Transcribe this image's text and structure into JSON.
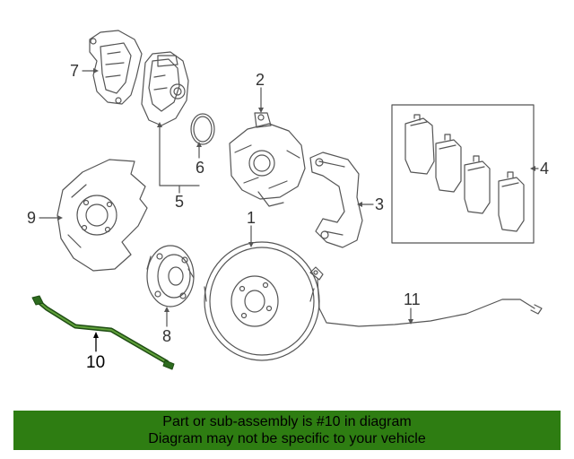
{
  "callouts": {
    "c1": "1",
    "c2": "2",
    "c3": "3",
    "c4": "4",
    "c5": "5",
    "c6": "6",
    "c7": "7",
    "c8": "8",
    "c9": "9",
    "c10": "10",
    "c11": "11"
  },
  "highlight_part": "10",
  "footer": {
    "line1": "Part or sub-assembly is #10 in diagram",
    "line2": "Diagram may not be specific to your vehicle"
  },
  "colors": {
    "footer_bg": "#2e7d12",
    "line_art": "#555555",
    "highlight": "#2d6b1e"
  }
}
